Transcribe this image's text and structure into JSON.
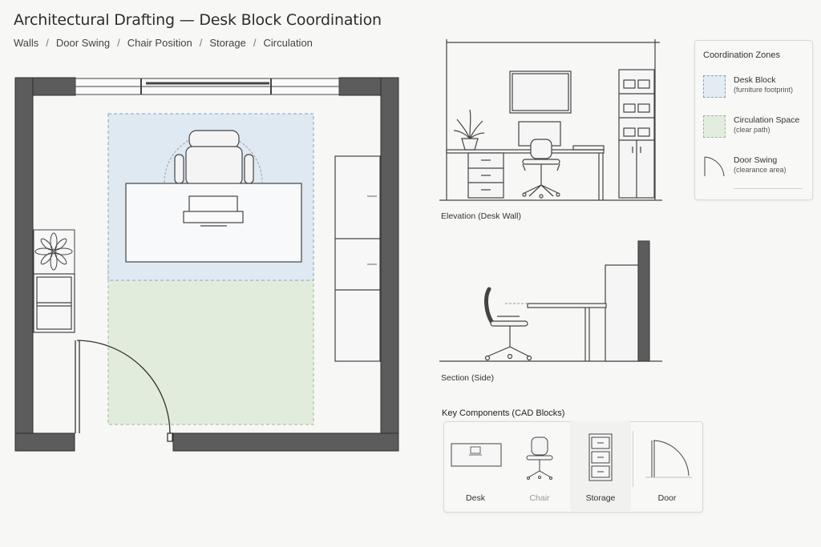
{
  "header": {
    "title": "Architectural Drafting — Desk Block Coordination",
    "tabs": [
      "Walls",
      "Door Swing",
      "Chair Position",
      "Storage",
      "Circulation"
    ],
    "separator": "/"
  },
  "captions": {
    "elevation": "Elevation (Desk Wall)",
    "section": "Section (Side)"
  },
  "legend": {
    "title": "Coordination Zones",
    "items": [
      {
        "name": "Desk Block",
        "sub": "(furniture footprint)",
        "color": "#e3ecf3"
      },
      {
        "name": "Circulation Space",
        "sub": "(clear path)",
        "color": "#e3eddf"
      },
      {
        "name": "Door Swing",
        "sub": "(clearance area)"
      }
    ]
  },
  "components": {
    "title": "Key Components (CAD Blocks)",
    "items": [
      "Desk",
      "Chair",
      "Storage",
      "Door"
    ]
  },
  "colors": {
    "wall": "#5c5c5c",
    "desk_zone": "#dfe9f2",
    "circulation_zone": "#e2ecdd",
    "line": "#444444"
  }
}
